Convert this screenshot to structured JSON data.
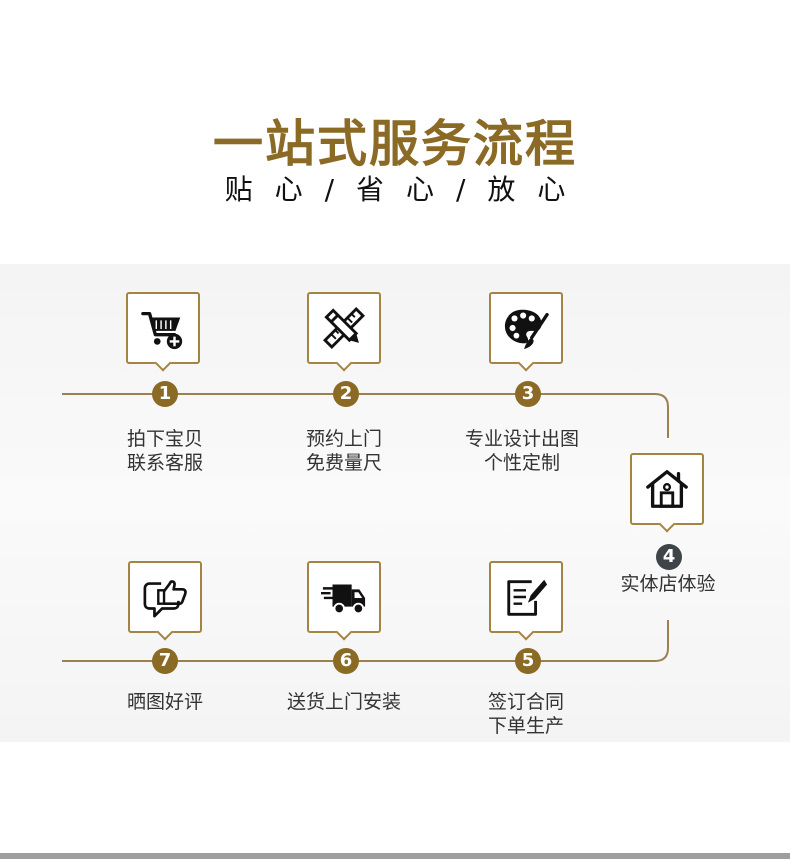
{
  "header": {
    "title": "一站式服务流程",
    "subtitle": "贴心/省心/放心"
  },
  "colors": {
    "accent": "#8a6a25",
    "line": "#9c8050",
    "badge_dark": "#3f4449"
  },
  "steps": [
    {
      "number": "1",
      "line1": "拍下宝贝",
      "line2": "联系客服",
      "icon": "shopping-cart-add-icon"
    },
    {
      "number": "2",
      "line1": "预约上门",
      "line2": "免费量尺",
      "icon": "ruler-pencil-icon"
    },
    {
      "number": "3",
      "line1": "专业设计出图",
      "line2": "个性定制",
      "icon": "palette-brush-icon"
    },
    {
      "number": "4",
      "line1": "实体店体验",
      "line2": "",
      "icon": "house-store-icon"
    },
    {
      "number": "5",
      "line1": "签订合同",
      "line2": "下单生产",
      "icon": "contract-sign-icon"
    },
    {
      "number": "6",
      "line1": "送货上门安装",
      "line2": "",
      "icon": "delivery-truck-icon"
    },
    {
      "number": "7",
      "line1": "晒图好评",
      "line2": "",
      "icon": "thumbs-up-chat-icon"
    }
  ]
}
